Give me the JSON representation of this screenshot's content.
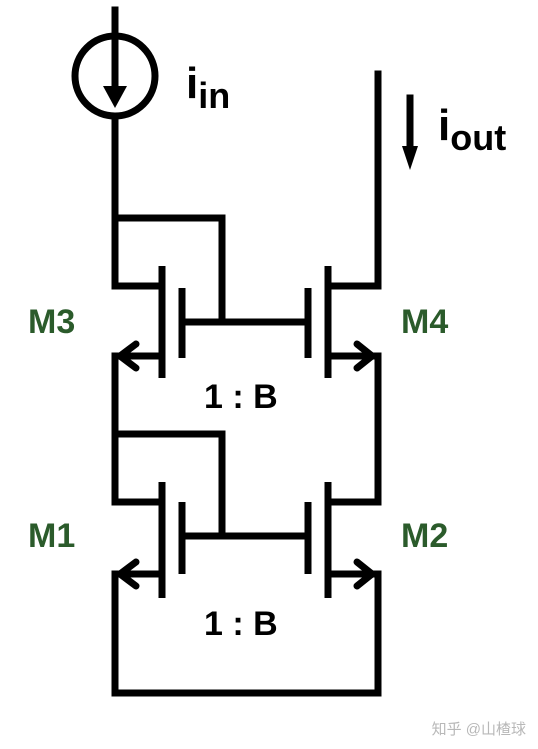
{
  "labels": {
    "m3": "M3",
    "m4": "M4",
    "m1": "M1",
    "m2": "M2",
    "ratio_top": "1 : B",
    "ratio_bottom": "1 : B",
    "iin_main": "i",
    "iin_sub": "in",
    "iout_main": "i",
    "iout_sub": "out"
  },
  "watermark": "知乎 @山楂球",
  "colors": {
    "wire": "#000000",
    "transistor_label": "#2b5b2b",
    "watermark": "#b8b8b8"
  }
}
